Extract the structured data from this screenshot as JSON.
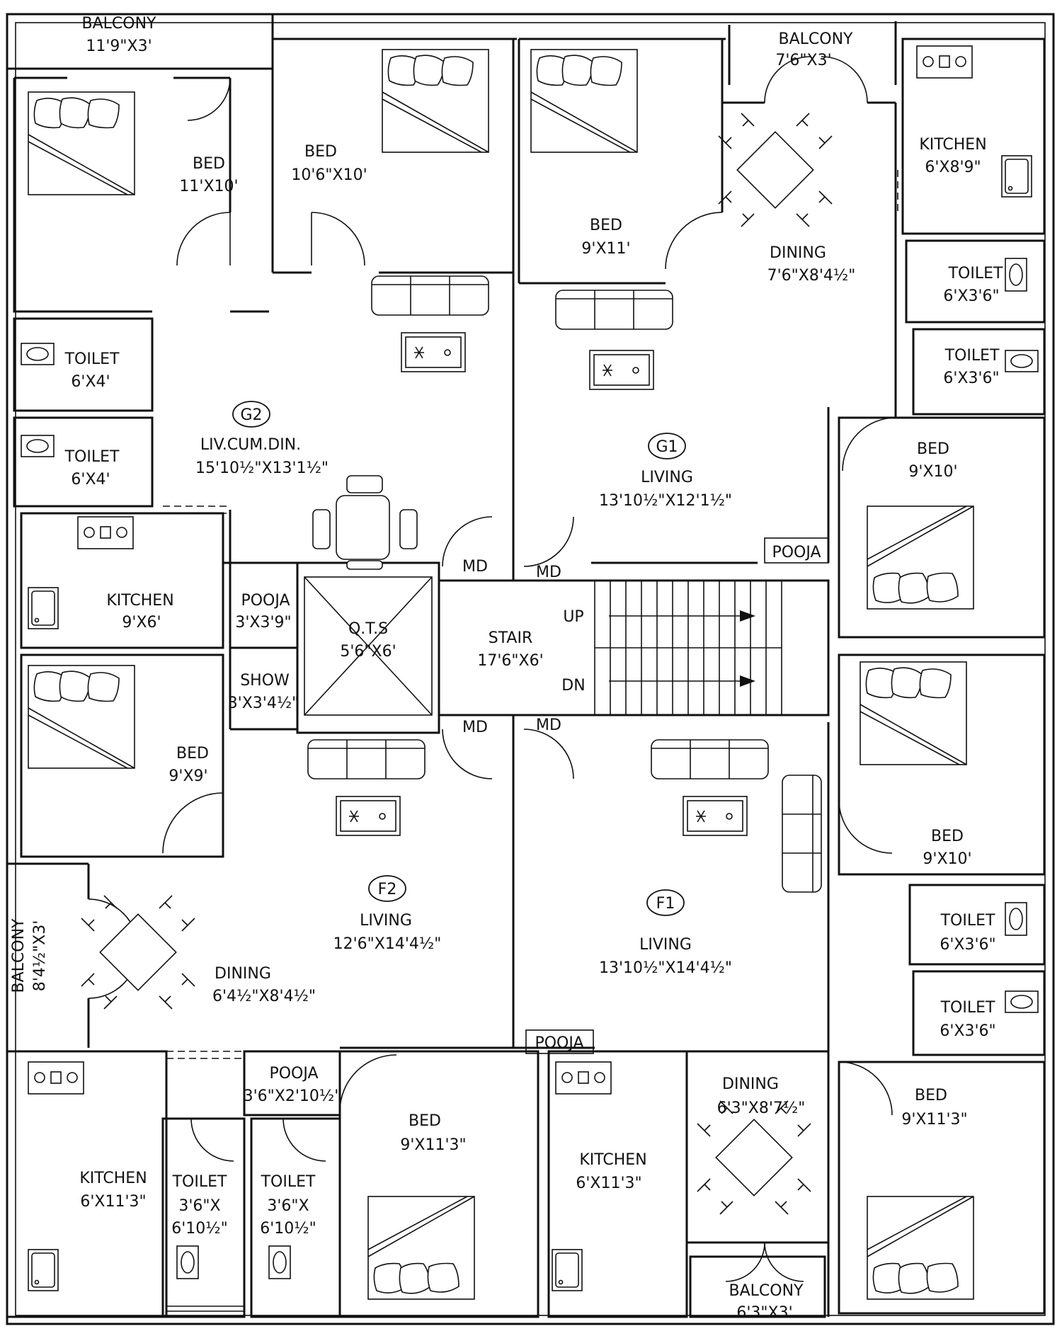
{
  "units": {
    "g2": "G2",
    "g1": "G1",
    "f2": "F2",
    "f1": "F1"
  },
  "rooms": {
    "balcony_g2": {
      "name": "BALCONY",
      "size": "11'9\"X3'"
    },
    "bed_g2_a": {
      "name": "BED",
      "size": "11'X10'"
    },
    "bed_g2_b": {
      "name": "BED",
      "size": "10'6\"X10'"
    },
    "bed_g1_a": {
      "name": "BED",
      "size": "9'X11'"
    },
    "balcony_g1": {
      "name": "BALCONY",
      "size": "7'6\"X3'"
    },
    "kitchen_g1": {
      "name": "KITCHEN",
      "size": "6'X8'9\""
    },
    "dining_g1": {
      "name": "DINING",
      "size": "7'6\"X8'4½\""
    },
    "toilet_g1_a": {
      "name": "TOILET",
      "size": "6'X3'6\""
    },
    "toilet_g1_b": {
      "name": "TOILET",
      "size": "6'X3'6\""
    },
    "toilet_g2_a": {
      "name": "TOILET",
      "size": "6'X4'"
    },
    "toilet_g2_b": {
      "name": "TOILET",
      "size": "6'X4'"
    },
    "liv_g2": {
      "name": "LIV.CUM.DIN.",
      "size": "15'10½\"X13'1½\""
    },
    "living_g1": {
      "name": "LIVING",
      "size": "13'10½\"X12'1½\""
    },
    "bed_g1_b": {
      "name": "BED",
      "size": "9'X10'"
    },
    "pooja_g1": {
      "name": "POOJA"
    },
    "kitchen_g2": {
      "name": "KITCHEN",
      "size": "9'X6'"
    },
    "pooja_g2": {
      "name": "POOJA",
      "size": "3'X3'9\""
    },
    "qts": {
      "name": "Q.T.S",
      "size": "5'6\"X6'"
    },
    "stair": {
      "name": "STAIR",
      "size": "17'6\"X6'"
    },
    "show": {
      "name": "SHOW",
      "size": "3'X3'4½\""
    },
    "bed_f2_a": {
      "name": "BED",
      "size": "9'X9'"
    },
    "bed_f1_a": {
      "name": "BED",
      "size": "9'X10'"
    },
    "living_f2": {
      "name": "LIVING",
      "size": "12'6\"X14'4½\""
    },
    "living_f1": {
      "name": "LIVING",
      "size": "13'10½\"X14'4½\""
    },
    "balcony_f2": {
      "name": "BALCONY",
      "size": "8'4½\"X3'"
    },
    "dining_f2": {
      "name": "DINING",
      "size": "6'4½\"X8'4½\""
    },
    "toilet_f1_a": {
      "name": "TOILET",
      "size": "6'X3'6\""
    },
    "toilet_f1_b": {
      "name": "TOILET",
      "size": "6'X3'6\""
    },
    "pooja_f1": {
      "name": "POOJA"
    },
    "pooja_f2": {
      "name": "POOJA",
      "size": "3'6\"X2'10½\""
    },
    "dining_f1": {
      "name": "DINING",
      "size": "6'3\"X8'7½\""
    },
    "bed_f1_b": {
      "name": "BED",
      "size": "9'X11'3\""
    },
    "bed_f2_b": {
      "name": "BED",
      "size": "9'X11'3\""
    },
    "kitchen_f2": {
      "name": "KITCHEN",
      "size": "6'X11'3\""
    },
    "toilet_f2_a": {
      "name": "TOILET",
      "size": "3'6\"X",
      "size2": "6'10½\""
    },
    "toilet_f2_b": {
      "name": "TOILET",
      "size": "3'6\"X",
      "size2": "6'10½\""
    },
    "kitchen_f1": {
      "name": "KITCHEN",
      "size": "6'X11'3\""
    },
    "balcony_f1": {
      "name": "BALCONY",
      "size": "6'3\"X3'"
    }
  },
  "doors": {
    "md": "MD"
  },
  "stairs": {
    "up": "UP",
    "dn": "DN"
  }
}
